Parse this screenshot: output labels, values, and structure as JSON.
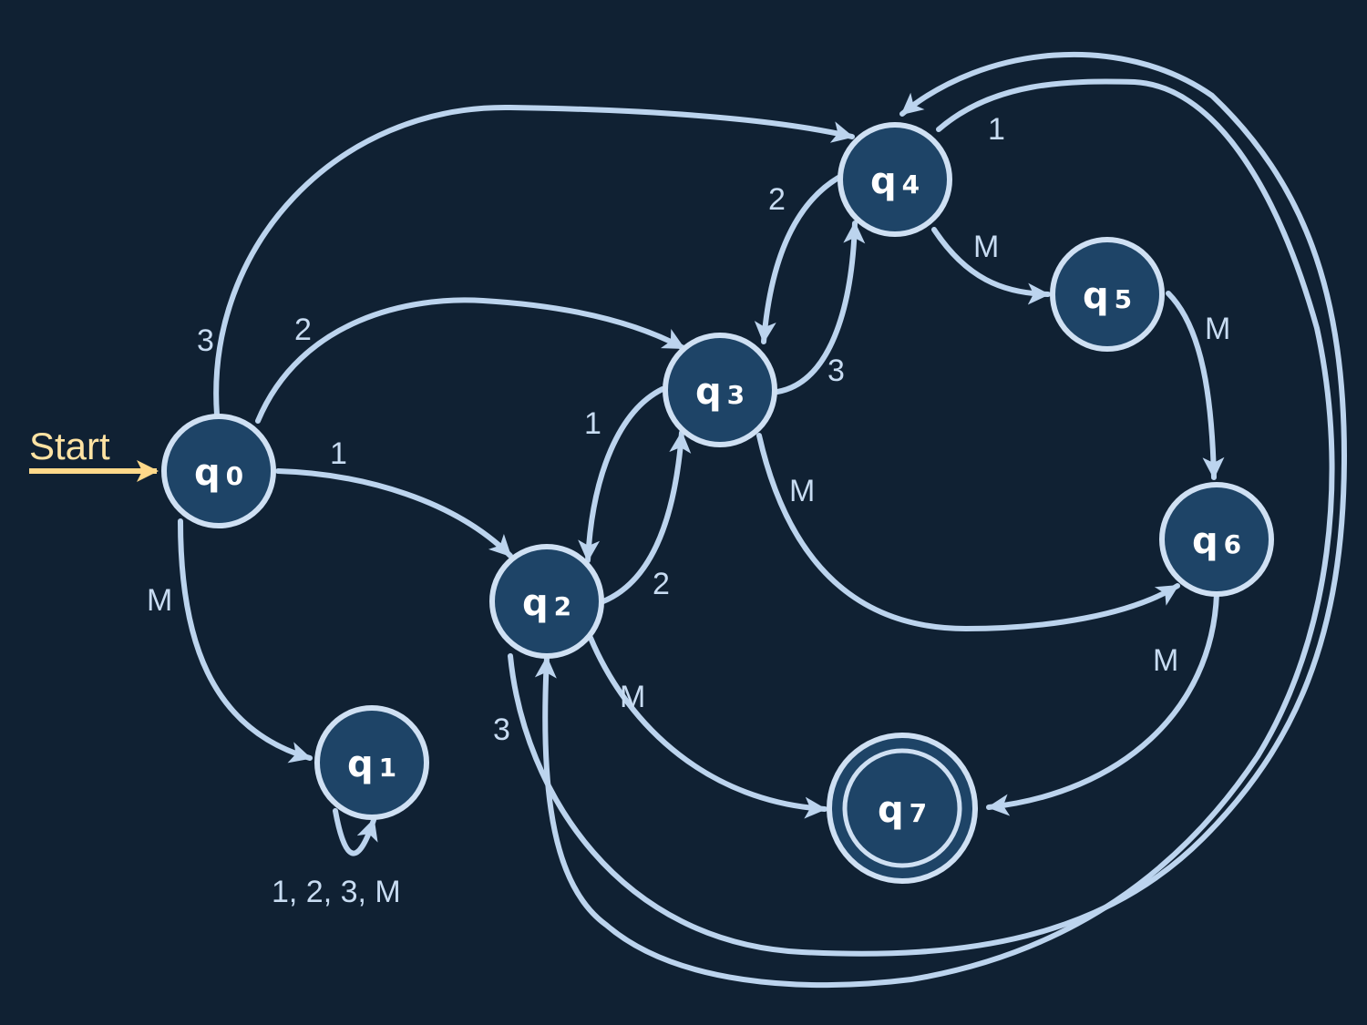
{
  "colors": {
    "background": "#102133",
    "state_fill": "#1e4467",
    "state_stroke": "#cfe0f3",
    "edge": "#bcd4ee",
    "edge_label": "#c8dcf2",
    "start": "#ffd98a"
  },
  "start": {
    "label": "Start",
    "to": "q0"
  },
  "states": [
    {
      "id": "q0",
      "letter": "q",
      "index": "0",
      "accepting": false
    },
    {
      "id": "q1",
      "letter": "q",
      "index": "1",
      "accepting": false
    },
    {
      "id": "q2",
      "letter": "q",
      "index": "2",
      "accepting": false
    },
    {
      "id": "q3",
      "letter": "q",
      "index": "3",
      "accepting": false
    },
    {
      "id": "q4",
      "letter": "q",
      "index": "4",
      "accepting": false
    },
    {
      "id": "q5",
      "letter": "q",
      "index": "5",
      "accepting": false
    },
    {
      "id": "q6",
      "letter": "q",
      "index": "6",
      "accepting": false
    },
    {
      "id": "q7",
      "letter": "q",
      "index": "7",
      "accepting": true
    }
  ],
  "transitions": [
    {
      "from": "q0",
      "to": "q4",
      "label": "3"
    },
    {
      "from": "q0",
      "to": "q3",
      "label": "2"
    },
    {
      "from": "q0",
      "to": "q2",
      "label": "1"
    },
    {
      "from": "q0",
      "to": "q1",
      "label": "M"
    },
    {
      "from": "q1",
      "to": "q1",
      "label": "1, 2, 3, M"
    },
    {
      "from": "q3",
      "to": "q2",
      "label": "1"
    },
    {
      "from": "q2",
      "to": "q3",
      "label": "2"
    },
    {
      "from": "q2",
      "to": "q4",
      "label": "3"
    },
    {
      "from": "q2",
      "to": "q7",
      "label": "M"
    },
    {
      "from": "q4",
      "to": "q3",
      "label": "2"
    },
    {
      "from": "q3",
      "to": "q4",
      "label": "3"
    },
    {
      "from": "q3",
      "to": "q6",
      "label": "M"
    },
    {
      "from": "q4",
      "to": "q2",
      "label": "1"
    },
    {
      "from": "q4",
      "to": "q5",
      "label": "M"
    },
    {
      "from": "q5",
      "to": "q6",
      "label": "M"
    },
    {
      "from": "q6",
      "to": "q7",
      "label": "M"
    }
  ]
}
